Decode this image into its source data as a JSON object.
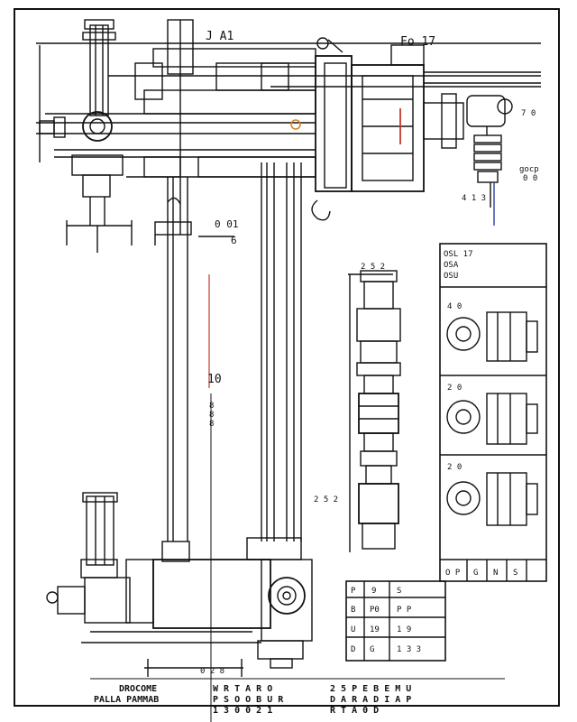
{
  "colors": {
    "ink": "#111111",
    "paper": "#ffffff",
    "accent_red": "#c0392b",
    "accent_blue": "#2c3e9e",
    "accent_orange": "#d9822b"
  },
  "labels": {
    "top_center": "J A1",
    "top_right": "Fo 17",
    "right_callout_1": "7 0",
    "right_callout_2": "gocp",
    "right_callout_3": "0 0",
    "lower_right_callout": "4 1 3",
    "mid_dim": "0 01",
    "mid_dim_2": "6",
    "shaft_dim": "10",
    "stack_a": "8",
    "stack_b": "8",
    "stack_c": "8",
    "column_top": "2 5 2",
    "column_bottom": "2 5 2",
    "bottom_dim": "0 2 8"
  },
  "detail_panel": {
    "header_1": "OSL  17",
    "header_2": "OSA",
    "header_3": "OSU",
    "view_labels": [
      "4 0",
      "2 0",
      "2 0"
    ],
    "footer": [
      "O P",
      "G",
      "N",
      "S"
    ]
  },
  "table": {
    "rows": [
      [
        "P",
        "9",
        "S"
      ],
      [
        "B",
        "P0",
        "P P"
      ],
      [
        "U",
        "19",
        "1 9"
      ],
      [
        "D",
        "G",
        "1 3 3"
      ]
    ]
  },
  "title_block": {
    "left_line_1": "DROCOME",
    "left_line_2": "PALLA PAMMAB",
    "mid_line_1": "W R T  A R O",
    "mid_line_2": "P S O O  B U R",
    "mid_line_3": "1 3 0  0 2 1",
    "right_line_1": "2 5 P E  B E M U",
    "right_line_2": "D A R  A  D I A P",
    "right_line_3": "R T A 0 D"
  }
}
